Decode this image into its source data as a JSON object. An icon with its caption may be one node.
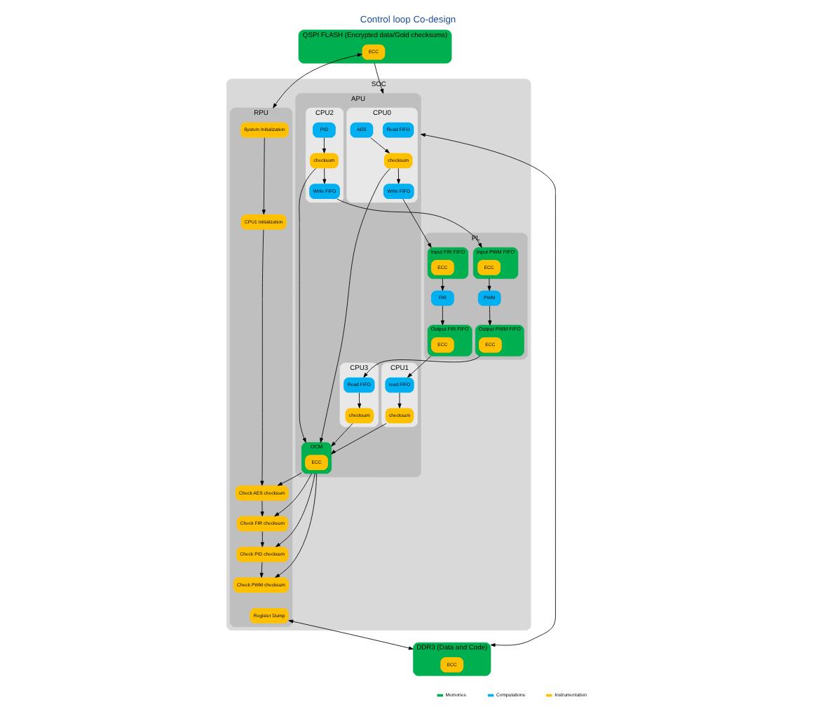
{
  "diagram": {
    "title": "Control loop Co-design",
    "nodes": [
      {
        "text": [
          "QSPI FLASH (Encrypted data/Gold checksums)"
        ]
      },
      {
        "text": [
          "ECC"
        ],
        "in": 0
      },
      {
        "text": [
          "SOC"
        ]
      },
      {
        "text": [
          "RPU"
        ],
        "in": 2
      },
      {
        "text": [
          "System Initialization"
        ],
        "in": 3
      },
      {
        "text": [
          "CPU1 Initialization"
        ],
        "in": 3
      },
      {
        "text": [
          "Check AES checksum"
        ],
        "in": 3
      },
      {
        "text": [
          "Check FIR checksum"
        ],
        "in": 3
      },
      {
        "text": [
          "Check PID checksum"
        ],
        "in": 3
      },
      {
        "text": [
          "Check PWM checksum"
        ],
        "in": 3
      },
      {
        "text": [
          "Register Dump"
        ],
        "in": 3
      },
      {
        "text": [
          "APU"
        ],
        "in": 2
      },
      {
        "text": [
          "CPU0"
        ],
        "in": 11
      },
      {
        "text": [
          "Read FIFO"
        ],
        "in": 12
      },
      {
        "text": [
          "AES"
        ],
        "in": 12
      },
      {
        "text": [
          "checksum"
        ],
        "in": 12
      },
      {
        "text": [
          "Write FIFO"
        ],
        "in": 12
      },
      {
        "text": [
          "OCM"
        ],
        "in": 11
      },
      {
        "text": [
          "ECC"
        ],
        "in": 17
      },
      {
        "text": [
          "CPU1"
        ],
        "in": 11
      },
      {
        "text": [
          "read FIFO"
        ],
        "in": 19
      },
      {
        "text": [
          "checksum"
        ],
        "in": 19
      },
      {
        "text": [
          "CPU2"
        ],
        "in": 11
      },
      {
        "text": [
          "PID"
        ],
        "in": 22
      },
      {
        "text": [
          "checksum"
        ],
        "in": 22
      },
      {
        "text": [
          "Write FIFO"
        ],
        "in": 22
      },
      {
        "text": [
          "CPU3"
        ],
        "in": 11
      },
      {
        "text": [
          "Read FIFO"
        ],
        "in": 26
      },
      {
        "text": [
          "checksum"
        ],
        "in": 26
      },
      {
        "text": [
          "PL"
        ],
        "in": 2
      },
      {
        "text": [
          "Input FIR FIFO"
        ],
        "in": 29
      },
      {
        "text": [
          "ECC"
        ],
        "in": 30
      },
      {
        "text": [
          "FIR"
        ],
        "in": 29
      },
      {
        "text": [
          "Output FIR FIFO"
        ],
        "in": 29
      },
      {
        "text": [
          "ECC"
        ],
        "in": 33
      },
      {
        "text": [
          "Input PWM FIFO"
        ],
        "in": 29
      },
      {
        "text": [
          "ECC"
        ],
        "in": 35
      },
      {
        "text": [
          "PWM"
        ],
        "in": 29
      },
      {
        "text": [
          "Output PWM FIFO"
        ],
        "in": 29
      },
      {
        "text": [
          "ECC"
        ],
        "in": 38
      },
      {
        "text": [
          "DDR3 (Data and Code)"
        ]
      },
      {
        "text": [
          "ECC"
        ],
        "in": 40
      }
    ],
    "edges": [
      {
        "from": 1,
        "to": 3,
        "arrow": "both"
      },
      {
        "from": 0,
        "to": 11,
        "arrow": "to"
      },
      {
        "from": 4,
        "to": 5,
        "arrow": "to"
      },
      {
        "from": 5,
        "to": 6,
        "arrow": "to"
      },
      {
        "from": 6,
        "to": 7,
        "arrow": "to"
      },
      {
        "from": 7,
        "to": 8,
        "arrow": "to"
      },
      {
        "from": 8,
        "to": 9,
        "arrow": "to"
      },
      {
        "from": 14,
        "to": 15,
        "arrow": "to"
      },
      {
        "from": 15,
        "to": 16,
        "arrow": "to"
      },
      {
        "from": 15,
        "to": 17,
        "arrow": "to"
      },
      {
        "from": 16,
        "to": 30,
        "arrow": "to"
      },
      {
        "from": 30,
        "to": 32,
        "arrow": "to"
      },
      {
        "from": 32,
        "to": 33,
        "arrow": "to"
      },
      {
        "from": 33,
        "to": 20,
        "arrow": "to"
      },
      {
        "from": 20,
        "to": 21,
        "arrow": "to"
      },
      {
        "from": 21,
        "to": 17,
        "arrow": "to"
      },
      {
        "from": 24,
        "to": 17,
        "arrow": "to"
      },
      {
        "from": 17,
        "to": 6,
        "arrow": "to"
      },
      {
        "from": 17,
        "to": 7,
        "arrow": "to"
      },
      {
        "from": 17,
        "to": 8,
        "arrow": "to"
      },
      {
        "from": 17,
        "to": 9,
        "arrow": "to"
      },
      {
        "from": 23,
        "to": 24,
        "arrow": "to"
      },
      {
        "from": 24,
        "to": 25,
        "arrow": "to"
      },
      {
        "from": 25,
        "to": 35,
        "arrow": "to"
      },
      {
        "from": 35,
        "to": 37,
        "arrow": "to"
      },
      {
        "from": 37,
        "to": 38,
        "arrow": "to"
      },
      {
        "from": 38,
        "to": 27,
        "arrow": "to"
      },
      {
        "from": 27,
        "to": 28,
        "arrow": "to"
      },
      {
        "from": 28,
        "to": 17,
        "arrow": "to"
      },
      {
        "from": 10,
        "to": 40,
        "arrow": "both"
      },
      {
        "from": 11,
        "to": 40,
        "arrow": "both"
      }
    ],
    "legend": [
      {
        "text": "Memories",
        "color": "#00b050"
      },
      {
        "text": "Computations",
        "color": "#00b0f0"
      },
      {
        "text": "Instrumentation",
        "color": "#ffc000"
      }
    ]
  }
}
